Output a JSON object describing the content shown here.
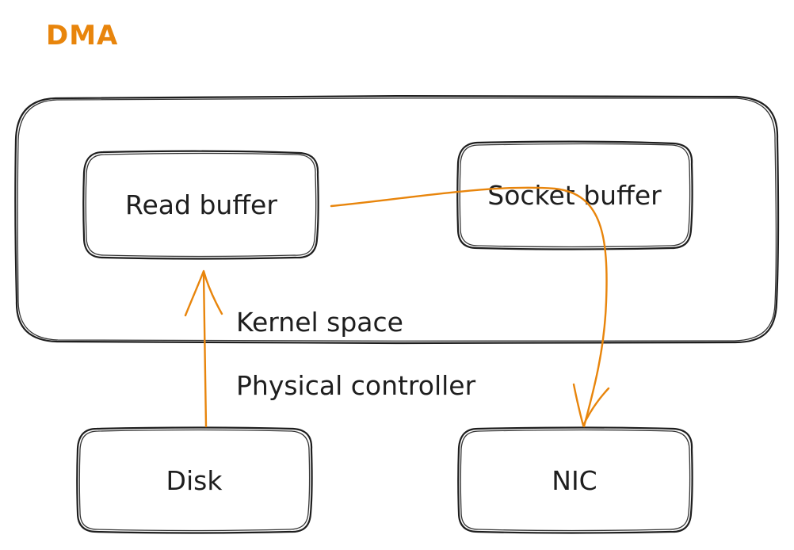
{
  "title": "DMA",
  "colors": {
    "accent": "#e8850c",
    "ink": "#1e1e1e",
    "background": "#ffffff"
  },
  "labels": {
    "read_buffer": "Read buffer",
    "socket_buffer": "Socket buffer",
    "kernel_space": "Kernel space",
    "physical_controller": "Physical controller",
    "disk": "Disk",
    "nic": "NIC"
  }
}
